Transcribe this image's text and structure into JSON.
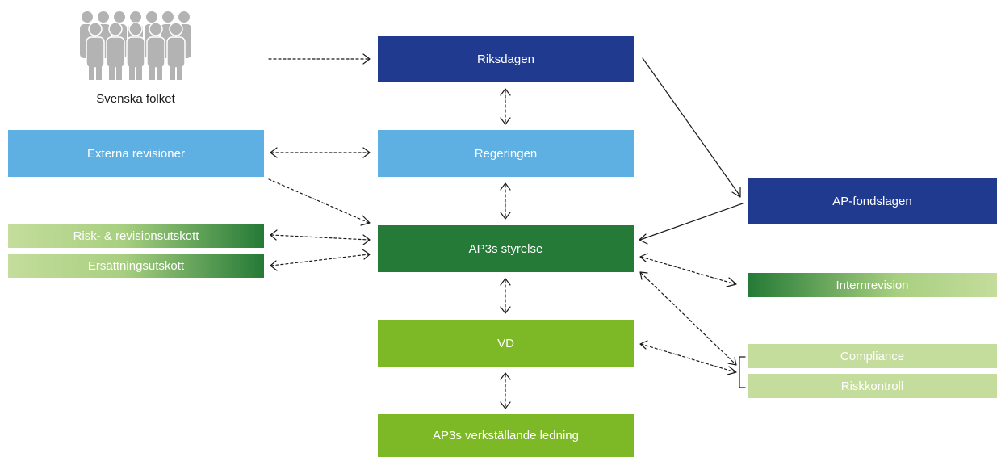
{
  "people": {
    "label": "Svenska folket",
    "icon": "people-group-icon"
  },
  "boxes": {
    "riksdagen": "Riksdagen",
    "regeringen": "Regeringen",
    "externa_revisioner": "Externa revisioner",
    "ap_fondslagen": "AP-fondslagen",
    "ap3s_styrelse": "AP3s styrelse",
    "risk_revisionsutskott": "Risk- & revisionsutskott",
    "ersattningsutskott": "Ersättningsutskott",
    "internrevision": "Internrevision",
    "vd": "VD",
    "compliance": "Compliance",
    "riskkontroll": "Riskkontroll",
    "verkstallande_ledning": "AP3s verkställande ledning"
  },
  "colors": {
    "navy": "#1f3a8f",
    "sky": "#5eafe2",
    "dark_green": "#247a36",
    "lime": "#7db827",
    "pale_green": "#c4dd9c",
    "people_gray": "#b3b3b3"
  }
}
